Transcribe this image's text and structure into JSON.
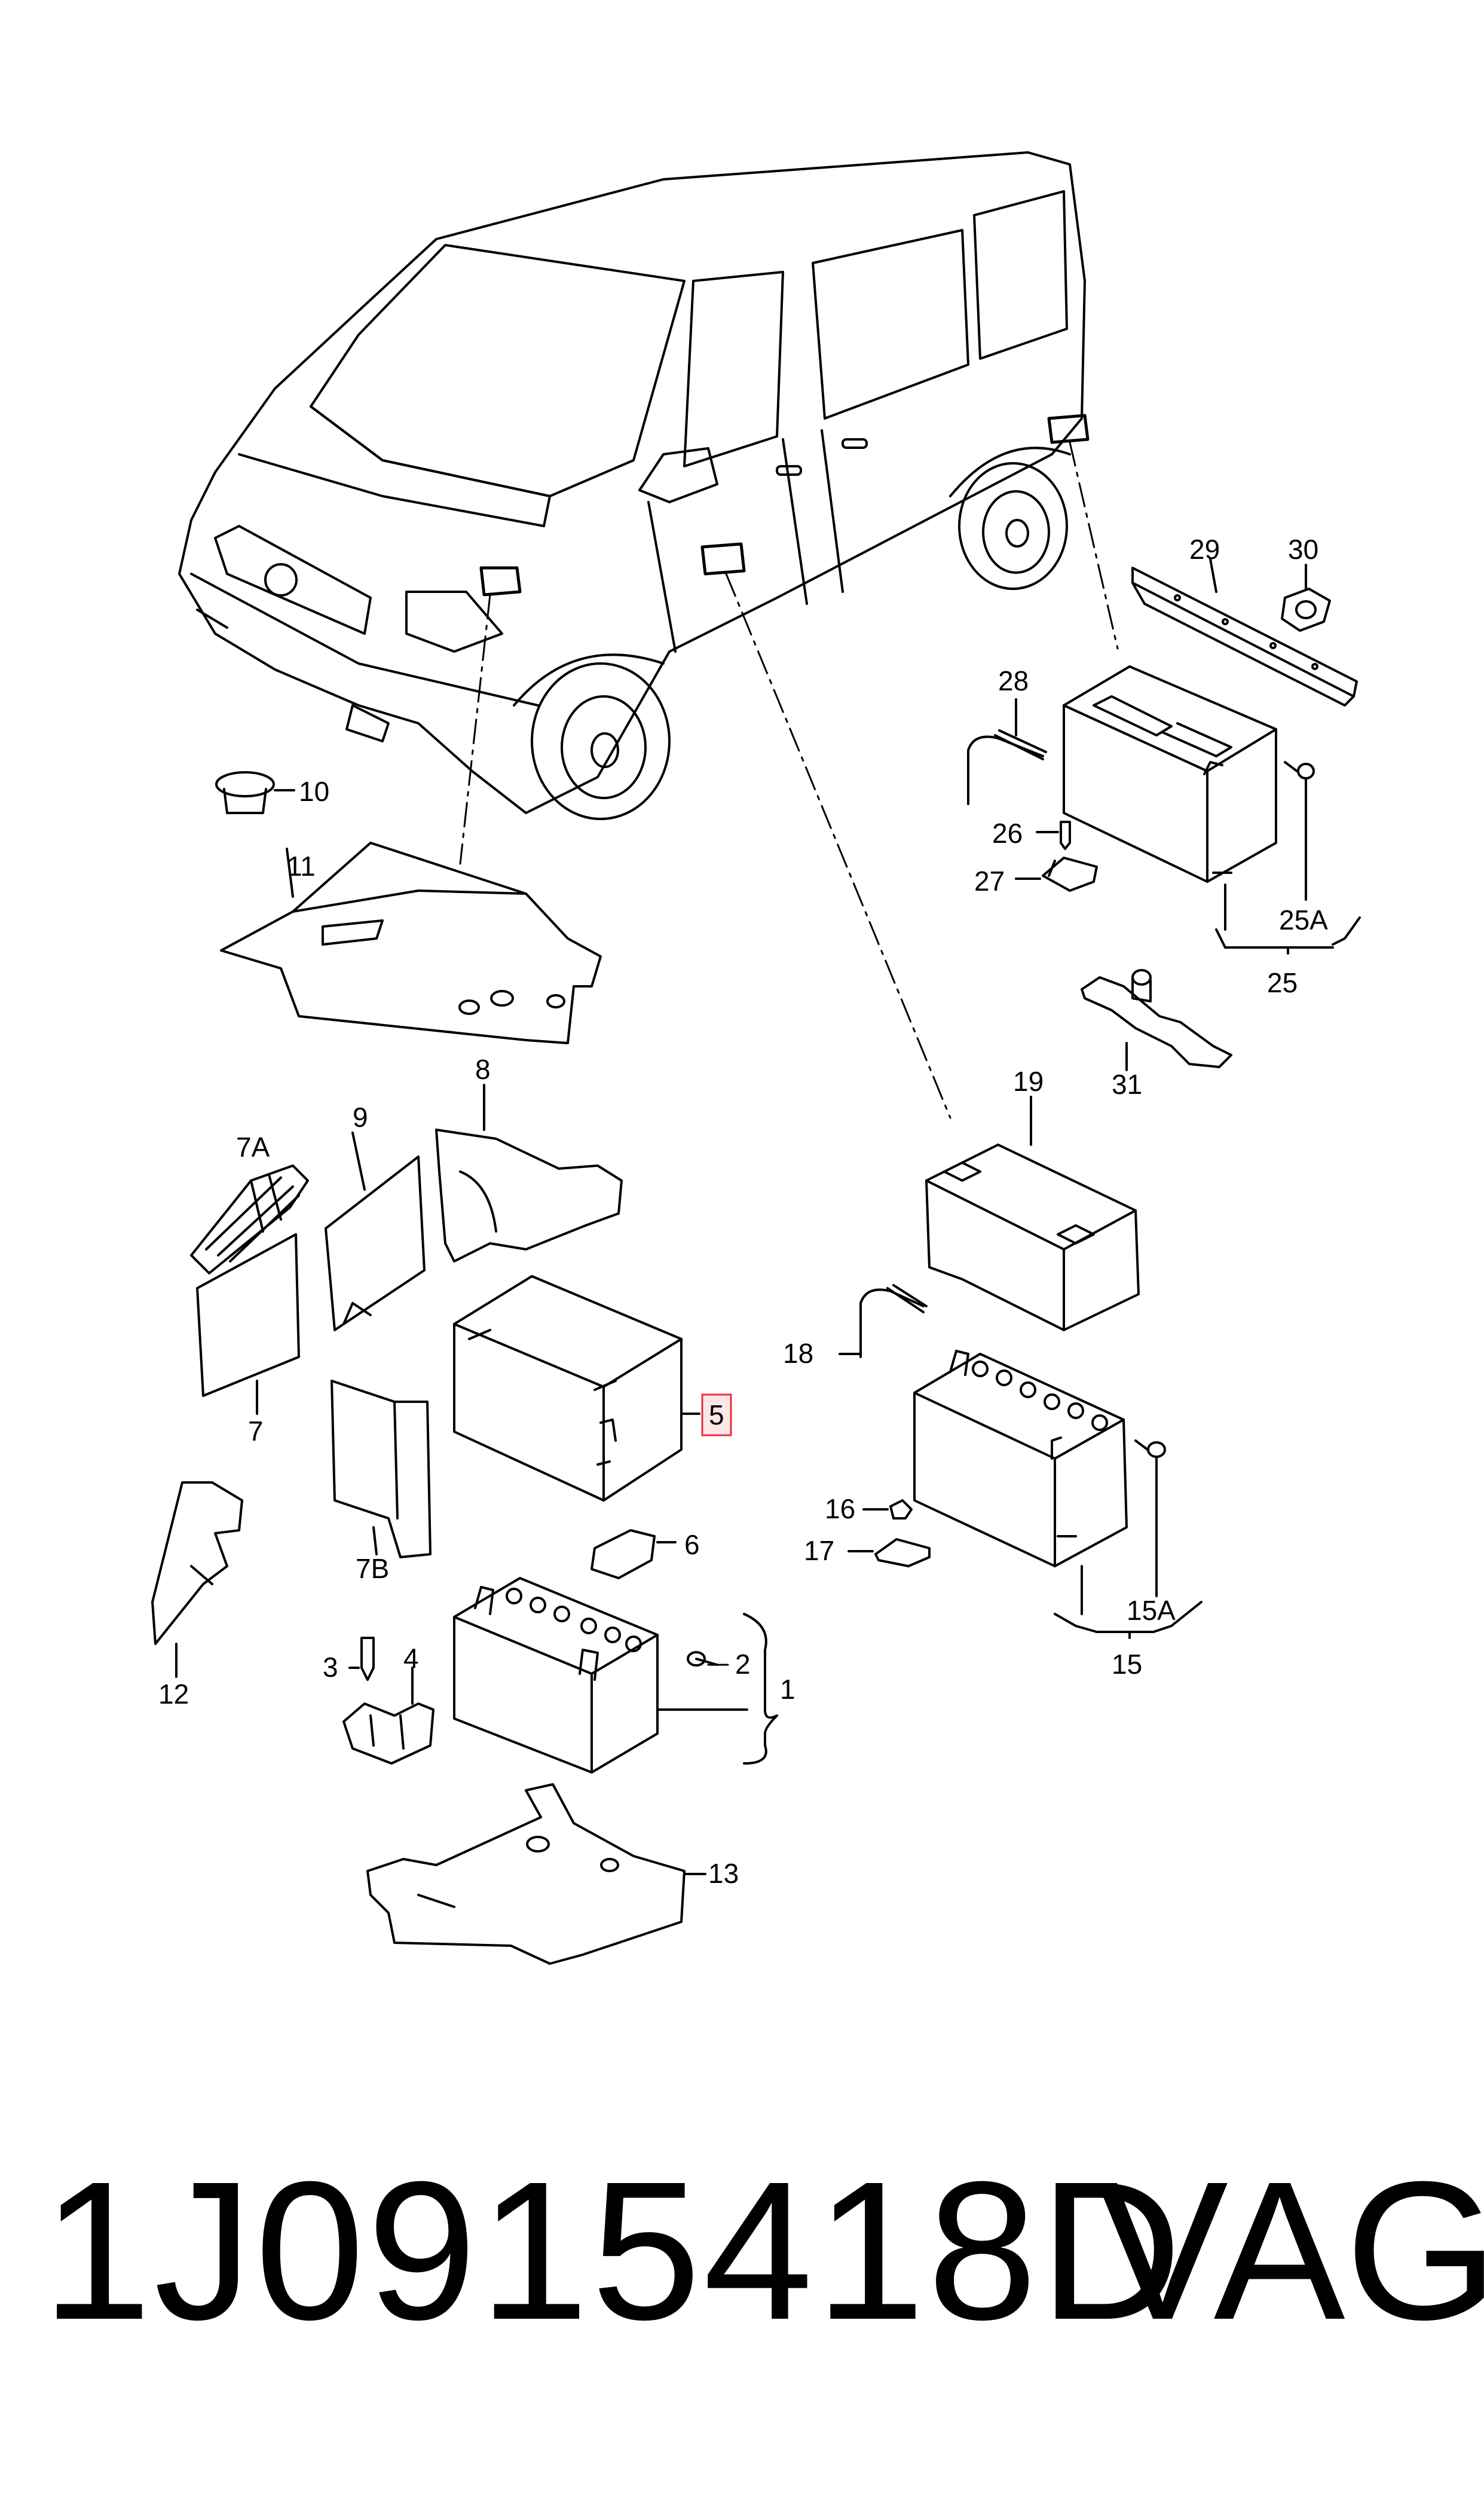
{
  "diagram": {
    "labels": {
      "l1": "1",
      "l2": "2",
      "l3": "3",
      "l4": "4",
      "l5": "5",
      "l6": "6",
      "l7": "7",
      "l7a": "7A",
      "l7b": "7B",
      "l8": "8",
      "l9": "9",
      "l10": "10",
      "l11": "11",
      "l12": "12",
      "l13": "13",
      "l15": "15",
      "l15a": "15A",
      "l16": "16",
      "l17": "17",
      "l18": "18",
      "l19": "19",
      "l25": "25",
      "l25a": "25A",
      "l26": "26",
      "l27": "27",
      "l28": "28",
      "l29": "29",
      "l30": "30",
      "l31": "31"
    },
    "highlight_color": "#e8303a",
    "highlight_fill": "#fde6e7"
  },
  "footer": {
    "part_number": "1J0915418D",
    "brand": "VAG"
  }
}
